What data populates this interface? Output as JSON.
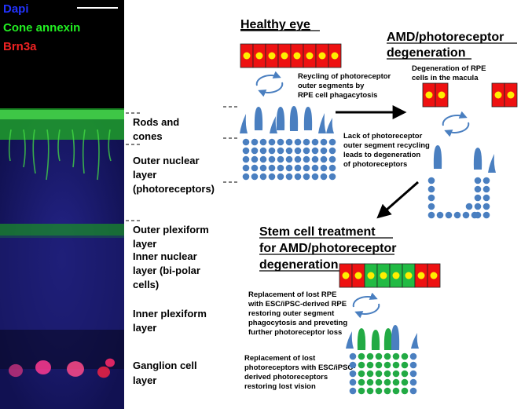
{
  "micrograph": {
    "legend": {
      "dapi": "Dapi",
      "cone_annexin": "Cone annexin",
      "brn3a": "Brn3a"
    },
    "colors": {
      "dapi": "#2233ff",
      "cone_annexin": "#22ee22",
      "brn3a": "#ee2222"
    }
  },
  "layers": {
    "rods_cones": [
      "Rods and",
      "cones"
    ],
    "outer_nuclear": [
      "Outer nuclear",
      "layer",
      "(photoreceptors)"
    ],
    "outer_plexiform": [
      "Outer plexiform",
      "layer"
    ],
    "inner_nuclear": [
      "Inner nuclear",
      "layer (bi-polar",
      "cells)"
    ],
    "inner_plexiform": [
      "Inner plexiform",
      "layer"
    ],
    "ganglion": [
      "Ganglion cell",
      "layer"
    ]
  },
  "healthy": {
    "title": "Healthy eye",
    "note": [
      "Reycling of photoreceptor",
      "outer segments by",
      "RPE cell phagacytosis"
    ]
  },
  "amd": {
    "title": [
      "AMD/photoreceptor",
      "degeneration"
    ],
    "rpe_note": [
      "Degeneration of RPE",
      "cells in the macula"
    ],
    "lack_note": [
      "Lack of photoreceptor",
      "outer segment recycling",
      "leads to degeneration",
      "of photoreceptors"
    ]
  },
  "stem": {
    "title": [
      "Stem cell treatment",
      "for AMD/photoreceptor",
      "degeneration"
    ],
    "rpe_note": [
      "Replacement of lost RPE",
      "with ESC/iPSC-derived RPE",
      "restoring outer segment",
      "phagocytosis and preveting",
      "further photoreceptor loss"
    ],
    "photo_note": [
      "Replacement of lost",
      "photoreceptors with ESC/iPSC-",
      "derived photoreceptors",
      "restoring lost vision"
    ]
  },
  "palette": {
    "rpe_red": "#ee1111",
    "rpe_green": "#22bb44",
    "nucleus": "#ffee00",
    "photoreceptor": "#4a7fc0",
    "transplant": "#22aa44",
    "arrow": "#000000"
  }
}
